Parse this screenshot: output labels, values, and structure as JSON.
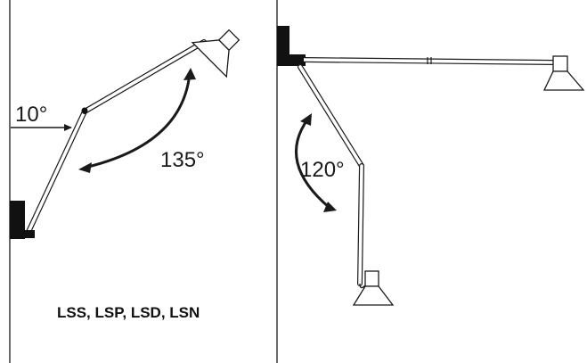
{
  "colors": {
    "ink": "#1a1a1a",
    "wall": "#111111",
    "arm": "#ffffff"
  },
  "left_view": {
    "tilt_angle": "10°",
    "swing_angle": "135°"
  },
  "right_view": {
    "swing_angle": "120°"
  },
  "models_label": "LSS, LSP, LSD, LSN"
}
